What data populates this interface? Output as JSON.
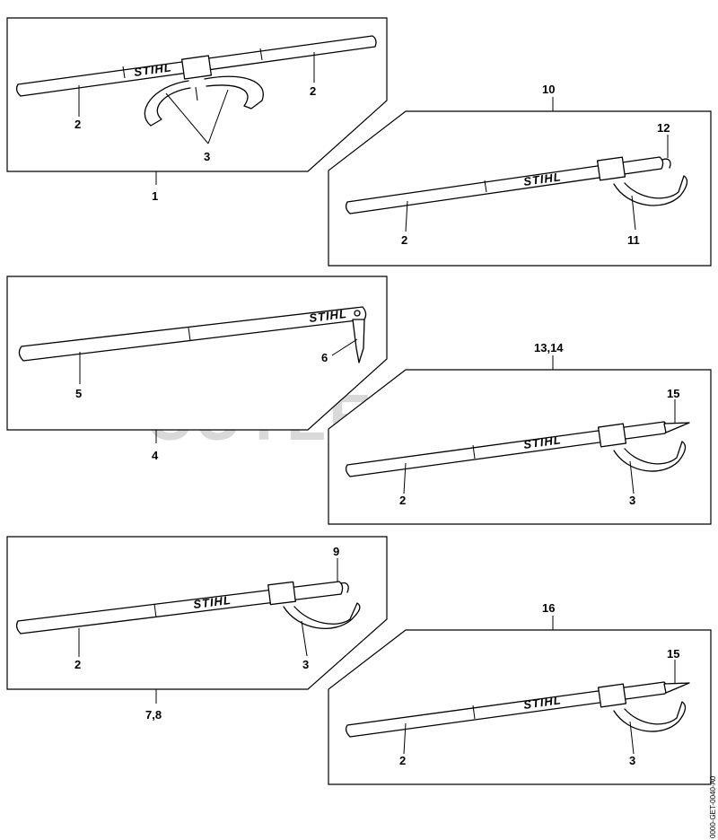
{
  "watermark": "CUTLER'S",
  "drawing_code": "0000-GET-0040-A0",
  "brand": "STIHL",
  "panels": [
    {
      "assembly": "1",
      "callouts": [
        "2",
        "2",
        "3"
      ]
    },
    {
      "assembly": "10",
      "callouts": [
        "12",
        "2",
        "11"
      ]
    },
    {
      "assembly": "4",
      "callouts": [
        "5",
        "6"
      ]
    },
    {
      "assembly": "13,14",
      "callouts": [
        "15",
        "2",
        "3"
      ]
    },
    {
      "assembly": "7,8",
      "callouts": [
        "9",
        "2",
        "3"
      ]
    },
    {
      "assembly": "16",
      "callouts": [
        "15",
        "2",
        "3"
      ]
    }
  ]
}
